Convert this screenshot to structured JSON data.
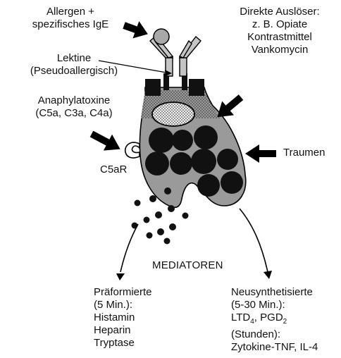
{
  "labels": {
    "allergen": [
      "Allergen +",
      "spezifisches IgE"
    ],
    "direct_triggers": [
      "Direkte Auslöser:",
      "z. B. Opiate",
      "Kontrastmittel",
      "Vankomycin"
    ],
    "lectins": [
      "Lektine",
      "(Pseudoallergisch)"
    ],
    "anaphylatoxins": [
      "Anaphylatoxine",
      "(C5a, C3a, C4a)"
    ],
    "receptor": "C5aR",
    "trauma": "Traumen",
    "mediators": "MEDIATOREN",
    "preformed": [
      "Präformierte",
      "(5 Min.):",
      "Histamin",
      "Heparin",
      "Tryptase"
    ],
    "new_synth": {
      "title": "Neusynthetisierte",
      "time1": "(5-30 Min.):",
      "ltd": "LTD",
      "ltd_sub": "4",
      "sep": ", ",
      "pgd": "PGD",
      "pgd_sub": "2",
      "time2": "(Stunden):",
      "cytokines": "Zytokine-TNF, IL-4"
    }
  },
  "colors": {
    "cell_fill": "#9a9a9a",
    "granule": "#111111",
    "stroke": "#000000",
    "receptor_fill": "#b0b0b0"
  }
}
